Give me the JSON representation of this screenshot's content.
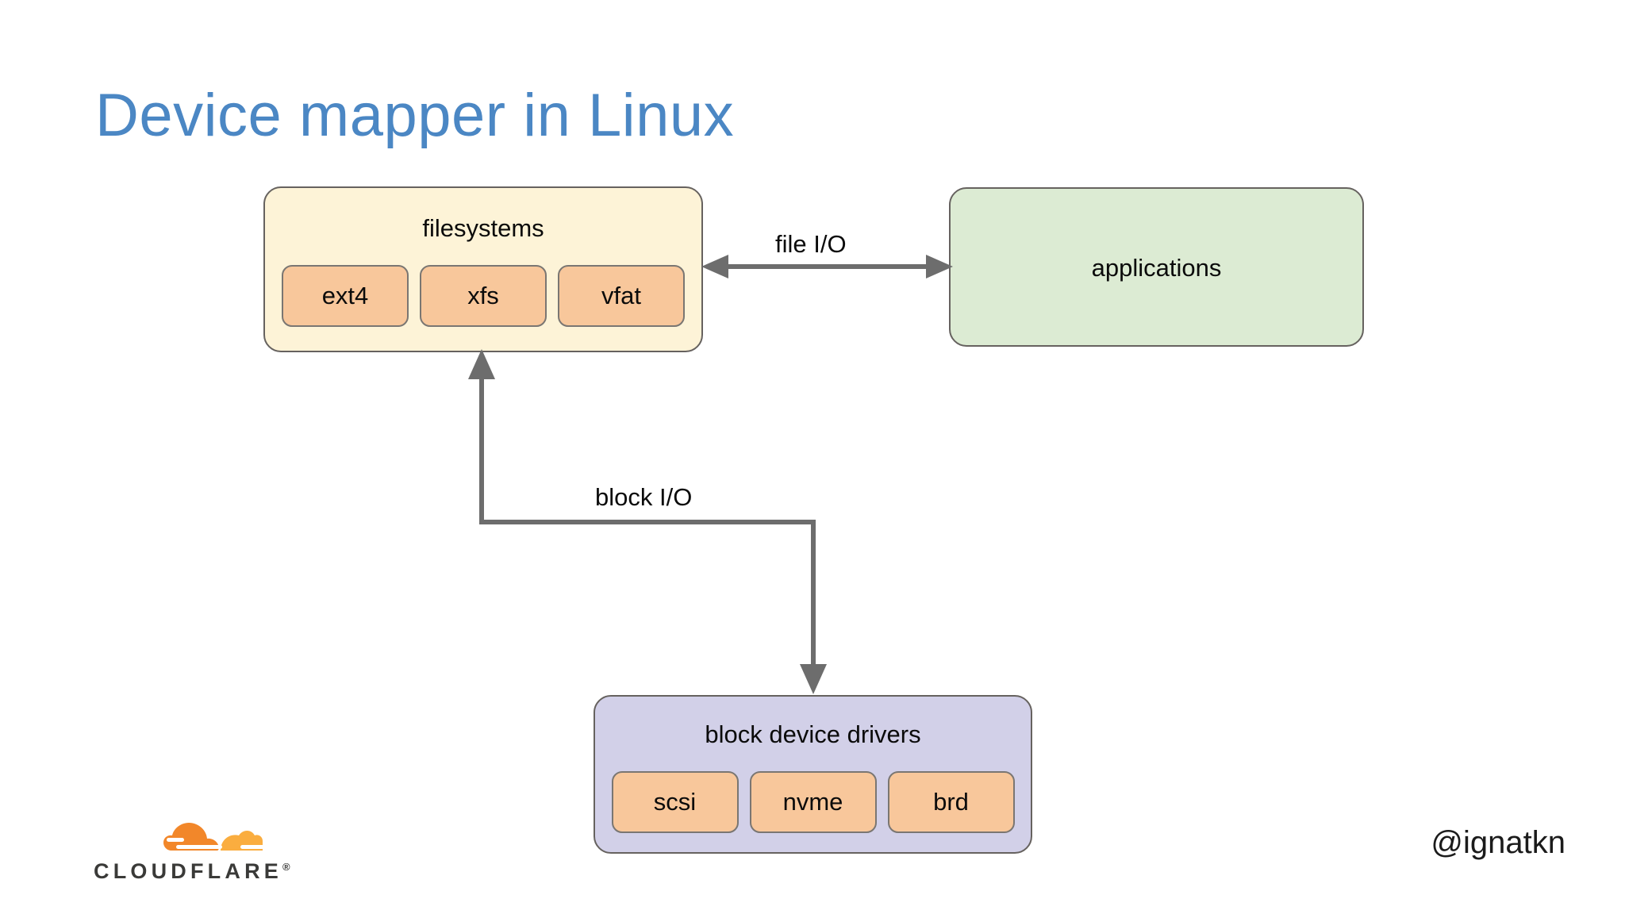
{
  "slide": {
    "title": "Device mapper in Linux",
    "background_color": "#ffffff",
    "title_color": "#4b87c4"
  },
  "diagram": {
    "nodes": [
      {
        "id": "filesystems",
        "label": "filesystems",
        "fill": "#fdf3d7",
        "border": "#66625f",
        "children": [
          {
            "label": "ext4",
            "fill": "#f8c79b"
          },
          {
            "label": "xfs",
            "fill": "#f8c79b"
          },
          {
            "label": "vfat",
            "fill": "#f8c79b"
          }
        ]
      },
      {
        "id": "applications",
        "label": "applications",
        "fill": "#dcebd3",
        "border": "#66625f",
        "children": []
      },
      {
        "id": "block_device_drivers",
        "label": "block device drivers",
        "fill": "#d2d0e8",
        "border": "#66625f",
        "children": [
          {
            "label": "scsi",
            "fill": "#f8c79b"
          },
          {
            "label": "nvme",
            "fill": "#f8c79b"
          },
          {
            "label": "brd",
            "fill": "#f8c79b"
          }
        ]
      }
    ],
    "edges": [
      {
        "id": "file_io",
        "label": "file I/O",
        "from": "applications",
        "to": "filesystems",
        "direction": "bidirectional",
        "color": "#6d6d6d"
      },
      {
        "id": "block_io",
        "label": "block I/O",
        "from": "block_device_drivers",
        "to": "filesystems",
        "direction": "bidirectional",
        "color": "#6d6d6d"
      }
    ]
  },
  "branding": {
    "logo_name": "cloudflare-logo",
    "wordmark": "CLOUDFLARE",
    "registered_mark": "®",
    "cloud_color_dark": "#f2872a",
    "cloud_color_light": "#faad3f",
    "wordmark_color": "#3a3a38"
  },
  "footer": {
    "handle": "@ignatkn"
  }
}
